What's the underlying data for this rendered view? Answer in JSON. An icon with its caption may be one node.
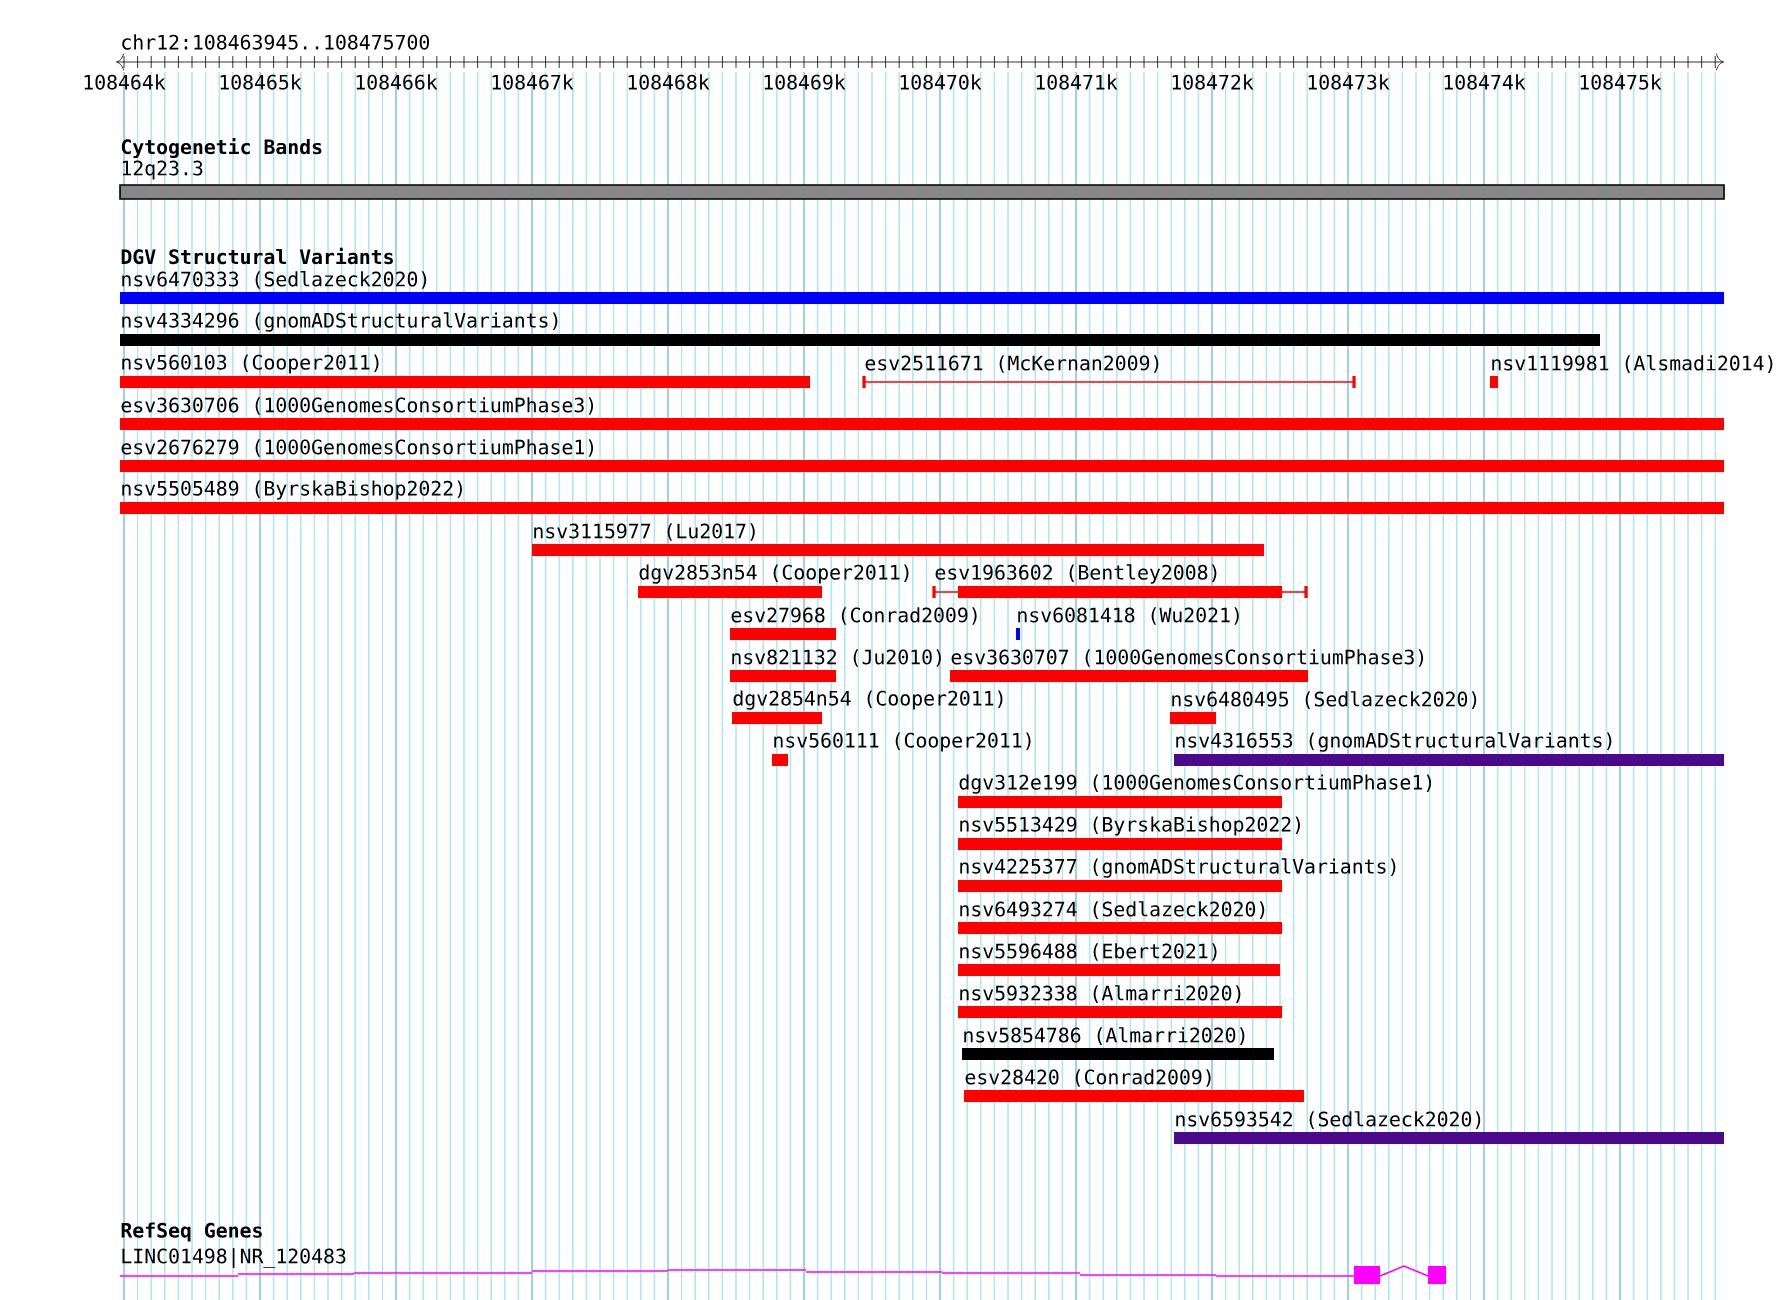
{
  "diagram": {
    "nodes": [
      {
        "text": [
          "12q23.3"
        ]
      },
      {
        "text": [
          "nsv6470333 (Sedlazeck2020)"
        ]
      },
      {
        "text": [
          "nsv4334296 (gnomADStructuralVariants)"
        ]
      },
      {
        "text": [
          "nsv560103 (Cooper2011)"
        ]
      },
      {
        "text": [
          "esv2511671 (McKernan2009)"
        ]
      },
      {
        "text": [
          "nsv1119981 (Alsmadi2014)"
        ]
      },
      {
        "text": [
          "esv3630706 (1000GenomesConsortiumPhase3)"
        ]
      },
      {
        "text": [
          "esv2676279 (1000GenomesConsortiumPhase1)"
        ]
      },
      {
        "text": [
          "nsv5505489 (ByrskaBishop2022)"
        ]
      },
      {
        "text": [
          "nsv3115977 (Lu2017)"
        ]
      },
      {
        "text": [
          "dgv2853n54 (Cooper2011)"
        ]
      },
      {
        "text": [
          "esv1963602 (Bentley2008)"
        ]
      },
      {
        "text": [
          "esv27968 (Conrad2009)"
        ]
      },
      {
        "text": [
          "nsv6081418 (Wu2021)"
        ]
      },
      {
        "text": [
          "nsv821132 (Ju2010)"
        ]
      },
      {
        "text": [
          "esv3630707 (1000GenomesConsortiumPhase3)"
        ]
      },
      {
        "text": [
          "dgv2854n54 (Cooper2011)"
        ]
      },
      {
        "text": [
          "nsv6480495 (Sedlazeck2020)"
        ]
      },
      {
        "text": [
          "nsv560111 (Cooper2011)"
        ]
      },
      {
        "text": [
          "nsv4316553 (gnomADStructuralVariants)"
        ]
      },
      {
        "text": [
          "dgv312e199 (1000GenomesConsortiumPhase1)"
        ]
      },
      {
        "text": [
          "nsv5513429 (ByrskaBishop2022)"
        ]
      },
      {
        "text": [
          "nsv4225377 (gnomADStructuralVariants)"
        ]
      },
      {
        "text": [
          "nsv6493274 (Sedlazeck2020)"
        ]
      },
      {
        "text": [
          "nsv5596488 (Ebert2021)"
        ]
      },
      {
        "text": [
          "nsv5932338 (Almarri2020)"
        ]
      },
      {
        "text": [
          "nsv5854786 (Almarri2020)"
        ]
      },
      {
        "text": [
          "esv28420 (Conrad2009)"
        ]
      },
      {
        "text": [
          "nsv6593542 (Sedlazeck2020)"
        ]
      },
      {
        "text": [
          "LINC01498|NR_120483"
        ]
      }
    ],
    "labels": [
      "chr12:108463945..108475700",
      "108464k",
      "108465k",
      "108466k",
      "108467k",
      "108468k",
      "108469k",
      "108470k",
      "108471k",
      "108472k",
      "108473k",
      "108474k",
      "108475k",
      "Cytogenetic Bands",
      "DGV Structural Variants",
      "RefSeq Genes"
    ]
  }
}
